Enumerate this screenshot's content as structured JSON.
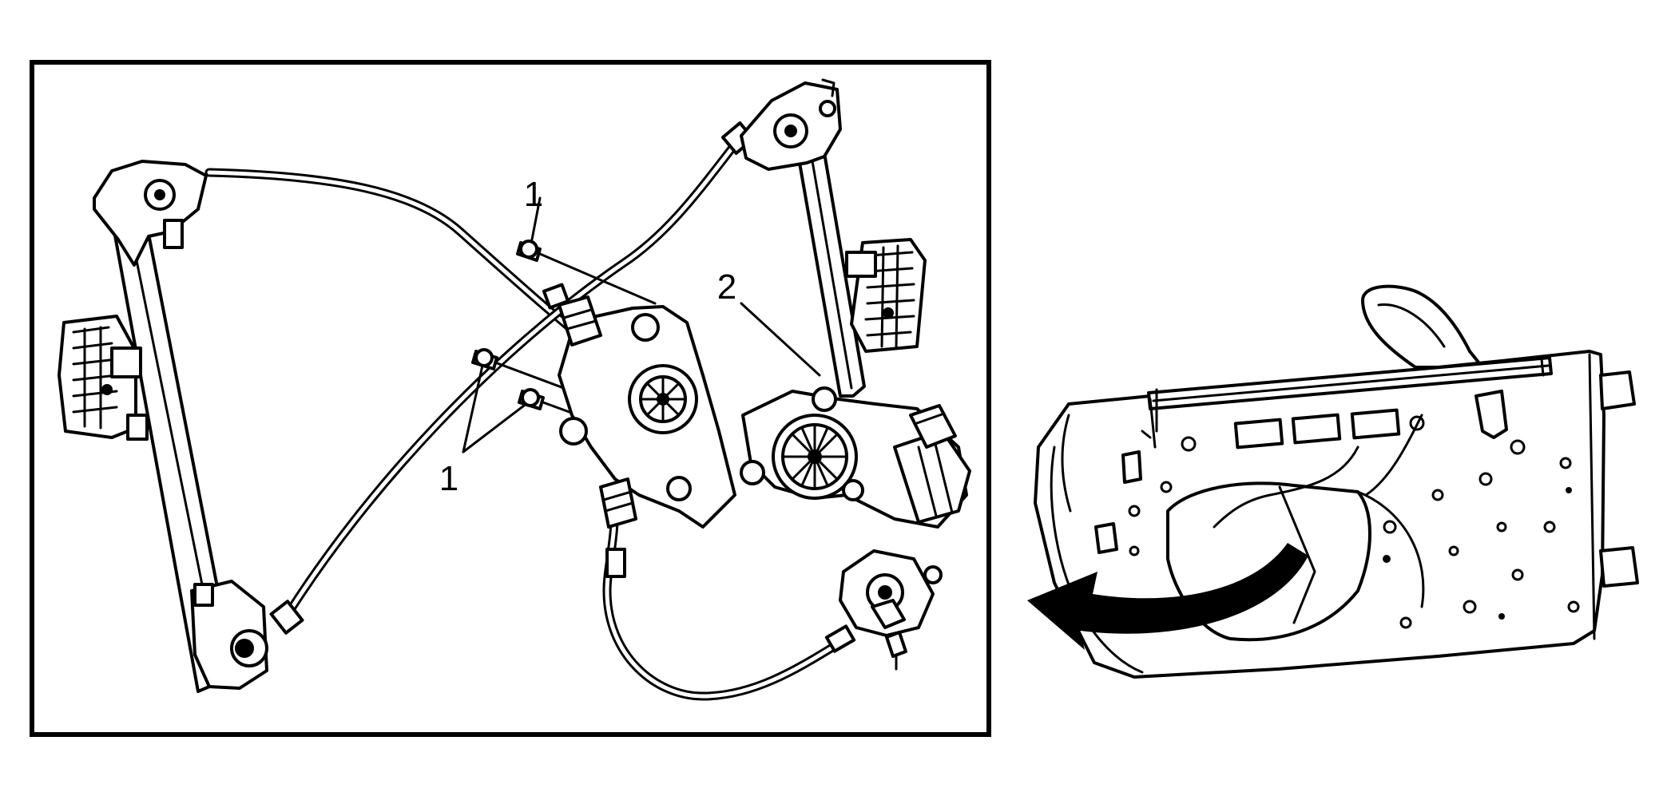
{
  "diagram": {
    "callouts": [
      {
        "id": "1",
        "label": "1"
      },
      {
        "id": "1b",
        "label": "1"
      },
      {
        "id": "2",
        "label": "2"
      }
    ],
    "colors": {
      "ink": "#000000",
      "paper": "#ffffff"
    },
    "icons": {
      "regulator": "window-regulator-assembly",
      "motor": "window-motor",
      "bolts": "regulator-bolts",
      "door": "door-panel",
      "arrow": "curved-direction-arrow"
    }
  }
}
